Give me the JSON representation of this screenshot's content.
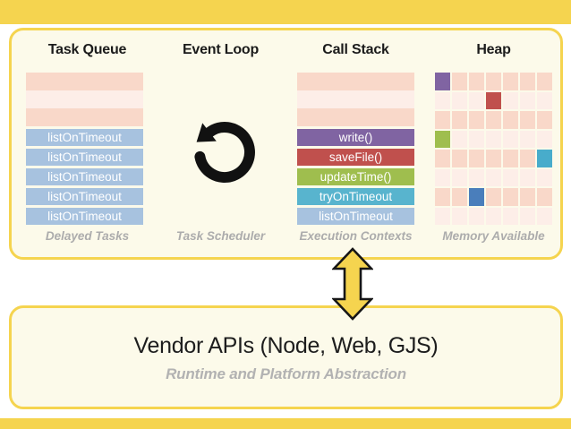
{
  "accent_color": "#F5D44F",
  "panel_bg_color": "#FCFAEA",
  "columns": [
    {
      "id": "task-queue",
      "header": "Task Queue",
      "footer": "Delayed Tasks",
      "rows": [
        {
          "type": "empty",
          "color": "#F9D8C9"
        },
        {
          "type": "empty",
          "color": "#FDEEE8"
        },
        {
          "type": "empty",
          "color": "#F9D8C9"
        },
        {
          "type": "task",
          "label": "listOnTimeout",
          "color": "#A7C2DF"
        },
        {
          "type": "task",
          "label": "listOnTimeout",
          "color": "#A7C2DF"
        },
        {
          "type": "task",
          "label": "listOnTimeout",
          "color": "#A7C2DF"
        },
        {
          "type": "task",
          "label": "listOnTimeout",
          "color": "#A7C2DF"
        },
        {
          "type": "task",
          "label": "listOnTimeout",
          "color": "#A7C2DF"
        }
      ]
    },
    {
      "id": "event-loop",
      "header": "Event Loop",
      "footer": "Task Scheduler",
      "icon": "counterclockwise-loop-arrow-icon",
      "icon_color": "#111111"
    },
    {
      "id": "call-stack",
      "header": "Call Stack",
      "footer": "Execution Contexts",
      "rows": [
        {
          "type": "empty",
          "color": "#F9D8C9"
        },
        {
          "type": "empty",
          "color": "#FDEEE8"
        },
        {
          "type": "empty",
          "color": "#F9D8C9"
        },
        {
          "type": "frame",
          "label": "write()",
          "color": "#8064A2"
        },
        {
          "type": "frame",
          "label": "saveFile()",
          "color": "#C0504D"
        },
        {
          "type": "frame",
          "label": "updateTime()",
          "color": "#9FBE4E"
        },
        {
          "type": "frame",
          "label": "tryOnTimeout",
          "color": "#58B4CE"
        },
        {
          "type": "frame",
          "label": "listOnTimeout",
          "color": "#A7C2DF"
        }
      ]
    },
    {
      "id": "heap",
      "header": "Heap",
      "footer": "Memory Available",
      "grid": {
        "rows": 8,
        "cols": 7,
        "row_colors": [
          "#F9D8C9",
          "#FDEEE8"
        ],
        "highlights": [
          {
            "row": 0,
            "col": 0,
            "color": "#8064A2"
          },
          {
            "row": 1,
            "col": 3,
            "color": "#C0504D"
          },
          {
            "row": 3,
            "col": 0,
            "color": "#9FBE4E"
          },
          {
            "row": 4,
            "col": 6,
            "color": "#48ACCB"
          },
          {
            "row": 6,
            "col": 2,
            "color": "#4A7EBB"
          }
        ]
      }
    }
  ],
  "connector": {
    "icon": "double-headed-arrow-icon",
    "fill": "#F5D44F",
    "stroke": "#161616"
  },
  "bottom_panel": {
    "title": "Vendor APIs (Node, Web, GJS)",
    "subtitle": "Runtime and Platform Abstraction"
  }
}
